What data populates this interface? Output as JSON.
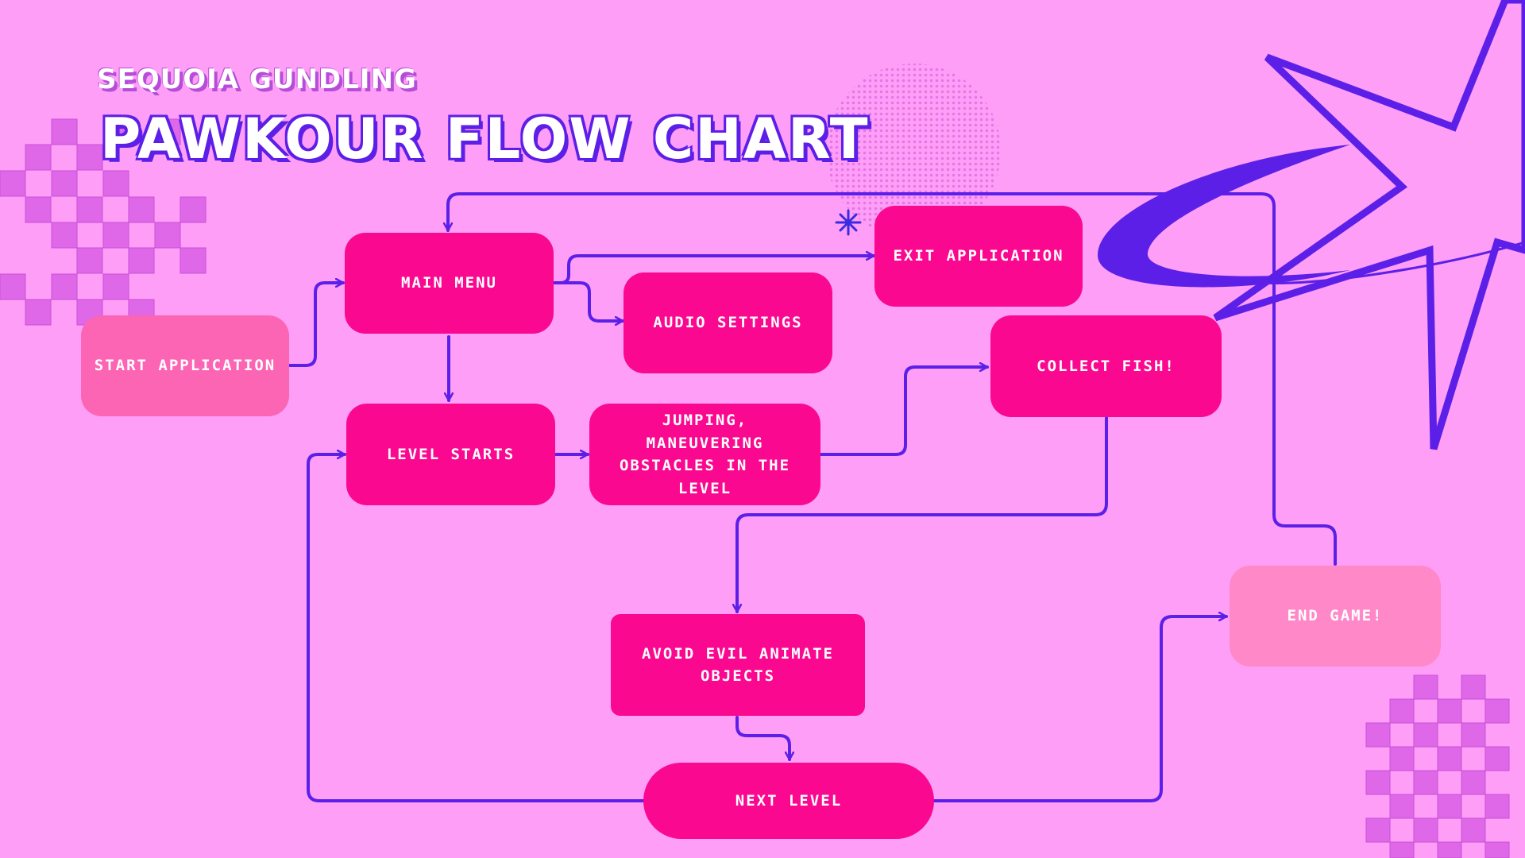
{
  "header": {
    "subtitle": "SEQUOIA GUNDLING",
    "title": "PAWKOUR FLOW CHART"
  },
  "nodes": {
    "start": "START APPLICATION",
    "main_menu": "MAIN MENU",
    "audio_settings": "AUDIO SETTINGS",
    "exit_application": "EXIT APPLICATION",
    "level_starts": "LEVEL STARTS",
    "jumping": "JUMPING, MANEUVERING OBSTACLES IN THE LEVEL",
    "collect_fish": "COLLECT FISH!",
    "avoid_evil": "AVOID EVIL ANIMATE OBJECTS",
    "next_level": "NEXT LEVEL",
    "end_game": "END GAME!"
  },
  "colors": {
    "background": "#ff9ef7",
    "node": "#fa0890",
    "node_start": "#fc64b4",
    "node_end": "#fe88c8",
    "connector": "#5b1fe8"
  }
}
